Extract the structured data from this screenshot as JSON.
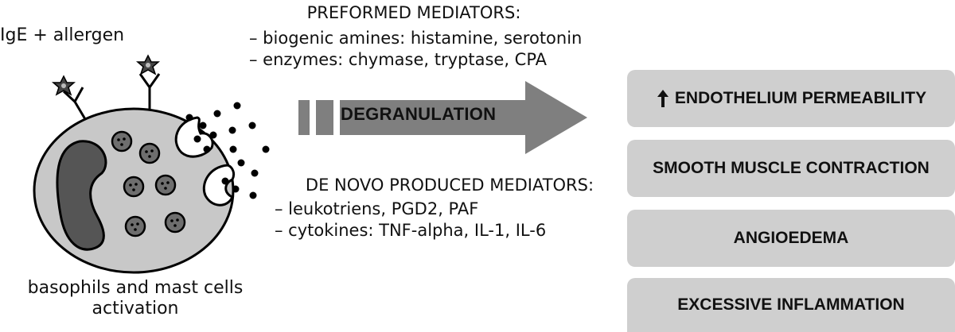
{
  "labels": {
    "ige_allergen": "IgE + allergen",
    "cell_caption_line1": "basophils and mast cells",
    "cell_caption_line2": "activation",
    "degranulation": "DEGRANULATION"
  },
  "preformed": {
    "title": "PREFORMED MEDIATORS:",
    "items": [
      "– biogenic amines: histamine, serotonin",
      "– enzymes: chymase, tryptase, CPA"
    ]
  },
  "de_novo": {
    "title": "DE NOVO PRODUCED MEDIATORS:",
    "items": [
      "– leukotriens, PGD2, PAF",
      "– cytokines: TNF-alpha, IL-1, IL-6"
    ]
  },
  "effects": [
    {
      "label": "ENDOTHELIUM PERMEABILITY",
      "icon": "up-arrow-icon"
    },
    {
      "label": "SMOOTH MUSCLE CONTRACTION"
    },
    {
      "label": "ANGIOEDEMA"
    },
    {
      "label": "EXCESSIVE INFLAMMATION"
    }
  ],
  "colors": {
    "cell_fill": "#c8c8c8",
    "nucleus": "#555555",
    "granule": "#6e6e6e",
    "arrow": "#7f7f7f",
    "effect_box": "#cfcfcf"
  }
}
